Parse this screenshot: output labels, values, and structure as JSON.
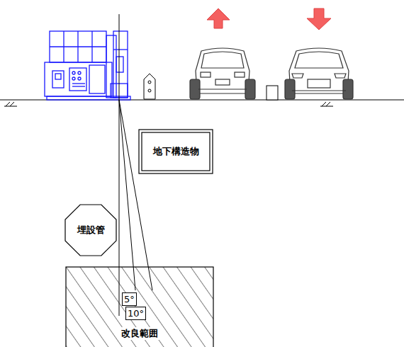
{
  "diagram": {
    "nodes": [
      {
        "text": [
          "地下構造物"
        ]
      },
      {
        "text": [
          "埋設管"
        ]
      },
      {
        "text": [
          "改良範囲"
        ]
      }
    ],
    "labels": [
      "5°",
      "10°"
    ]
  }
}
